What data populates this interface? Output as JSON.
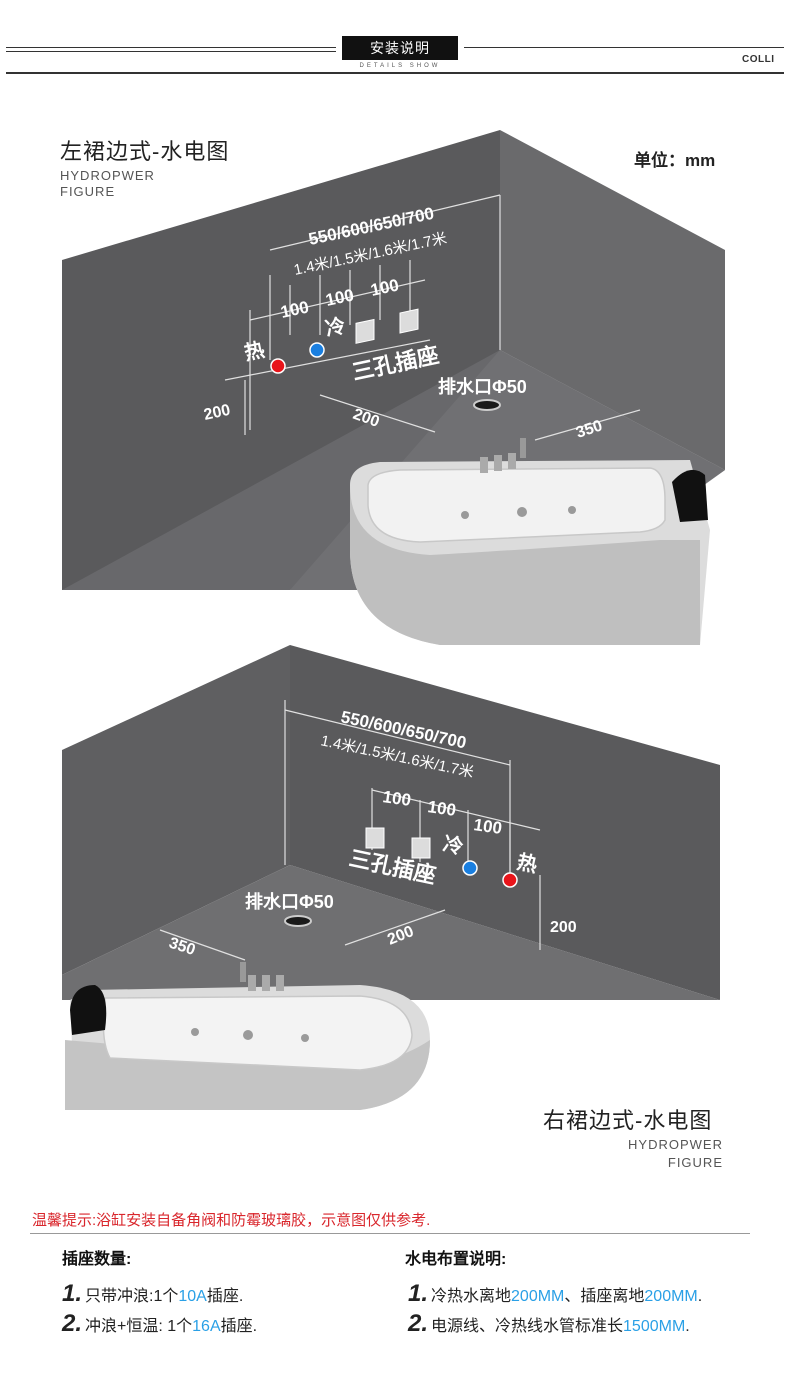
{
  "header": {
    "badge": "安装说明",
    "sub": "DETAILS SHOW",
    "brand": "COLLI"
  },
  "top_diagram": {
    "title_cn": "左裙边式-水电图",
    "title_en_1": "HYDROPWER",
    "title_en_2": "FIGURE",
    "unit": "单位：mm",
    "dim_width": "550/600/650/700",
    "dim_length": "1.4米/1.5米/1.6米/1.7米",
    "spacing_1": "100",
    "spacing_2": "100",
    "spacing_3": "100",
    "hot": "热",
    "cold": "冷",
    "socket": "三孔插座",
    "drain": "排水口Φ50",
    "height": "200",
    "dist_a": "200",
    "dist_b": "350"
  },
  "bottom_diagram": {
    "title_cn": "右裙边式-水电图",
    "title_en_1": "HYDROPWER",
    "title_en_2": "FIGURE",
    "dim_width": "550/600/650/700",
    "dim_length": "1.4米/1.5米/1.6米/1.7米",
    "spacing_1": "100",
    "spacing_2": "100",
    "spacing_3": "100",
    "hot": "热",
    "cold": "冷",
    "socket": "三孔插座",
    "drain": "排水口Φ50",
    "height": "200",
    "dist_a": "200",
    "dist_b": "350"
  },
  "notes": {
    "tip": "温馨提示:浴缸安装自备角阀和防霉玻璃胶，示意图仅供参考.",
    "socket_heading": "插座数量:",
    "socket_items": [
      {
        "num": "1.",
        "pre": "只带冲浪:1个",
        "hl": "10A",
        "post": "插座."
      },
      {
        "num": "2.",
        "pre": "冲浪+恒温: 1个",
        "hl": "16A",
        "post": "插座."
      }
    ],
    "layout_heading": "水电布置说明:",
    "layout_items": [
      {
        "num": "1.",
        "pre": "冷热水离地",
        "hl": "200MM",
        "mid": "、插座离地",
        "hl2": "200MM",
        "post": "."
      },
      {
        "num": "2.",
        "pre": "电源线、冷热线水管标准长",
        "hl": "1500MM",
        "post": "."
      }
    ]
  },
  "colors": {
    "wall": "#5e5e60",
    "floor": "#6a6a6c",
    "hot": "#e8141a",
    "cold": "#1a7fe0",
    "highlight": "#2aa0e6",
    "tip": "#d9262c"
  }
}
